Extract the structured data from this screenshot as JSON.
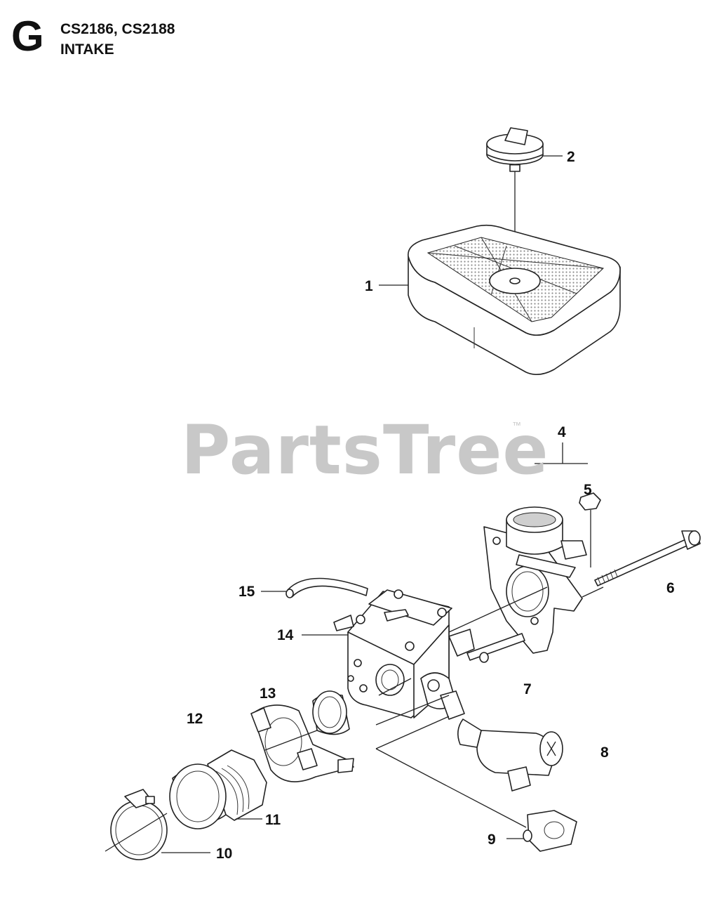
{
  "header": {
    "section_letter": "G",
    "models": "CS2186, CS2188",
    "section_title": "INTAKE"
  },
  "watermark": {
    "text": "PartsTree",
    "trademark": "™",
    "color": "#c8c8c8"
  },
  "callouts": [
    "1",
    "2",
    "4",
    "5",
    "6",
    "7",
    "8",
    "9",
    "10",
    "11",
    "12",
    "13",
    "14",
    "15"
  ],
  "colors": {
    "ink": "#222222",
    "filter_mesh": "#c9c9c9"
  }
}
